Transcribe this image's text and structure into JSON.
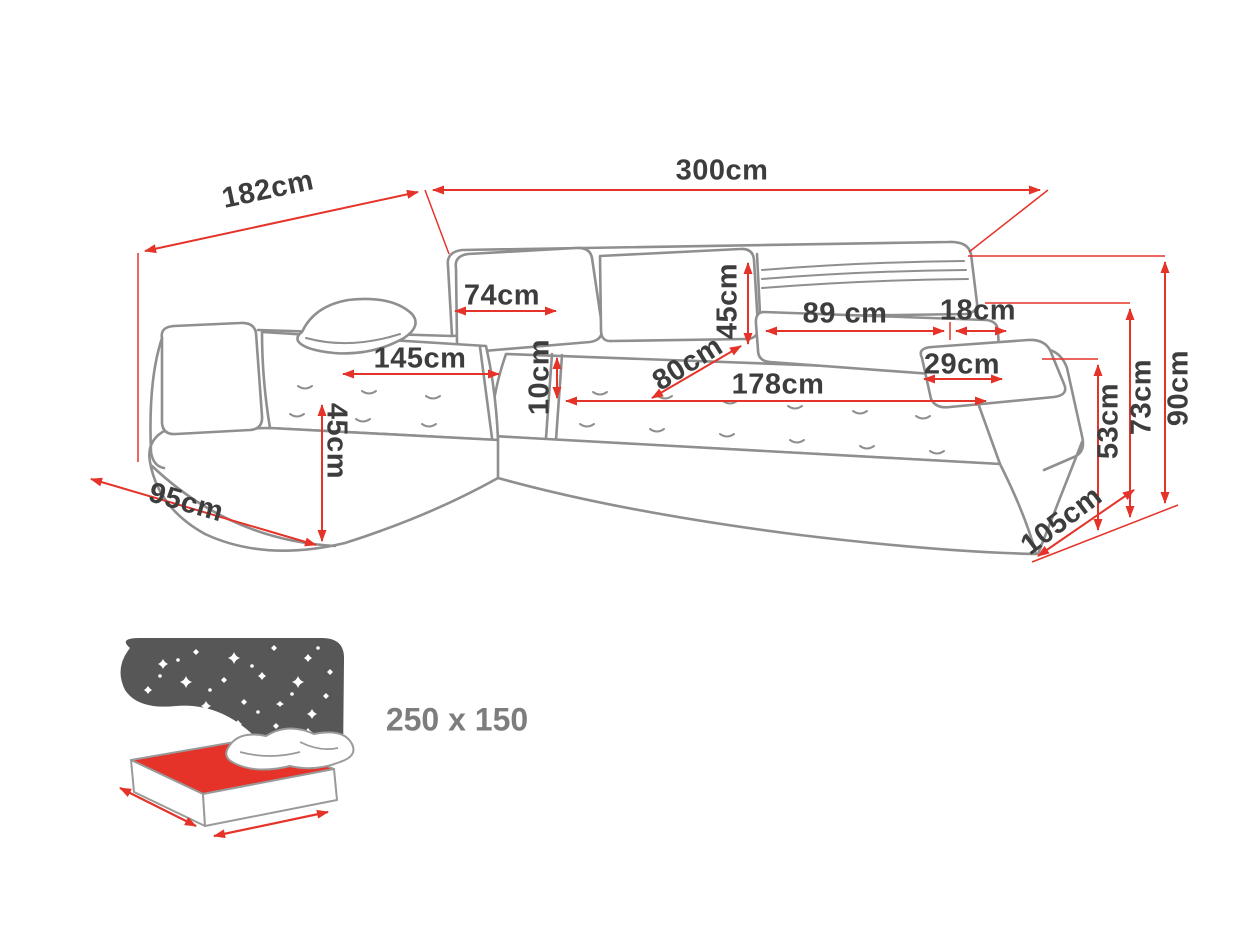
{
  "colors": {
    "dimension_red": "#e5332a",
    "outline_grey": "#8f8f8f",
    "label_text": "#3d3d3d",
    "bed_size_text": "#7d7d7d",
    "headboard_dark": "#575757"
  },
  "labels": {
    "width_total": "300cm",
    "depth_total": "182cm",
    "back_cushion_width": "74cm",
    "right_back_cushion_width": "89 cm",
    "headrest_width": "18cm",
    "backrest_height": "45cm",
    "armrest_cushion_depth": "29cm",
    "chaise_seat_length": "145cm",
    "seat_gap_height": "10cm",
    "seat_depth": "80cm",
    "seat_width": "178cm",
    "total_height": "90cm",
    "back_height": "73cm",
    "armrest_height": "53cm",
    "chaise_front_height": "45cm",
    "chaise_width": "95cm",
    "side_depth": "105cm",
    "sleeping_area": "250 x 150"
  }
}
